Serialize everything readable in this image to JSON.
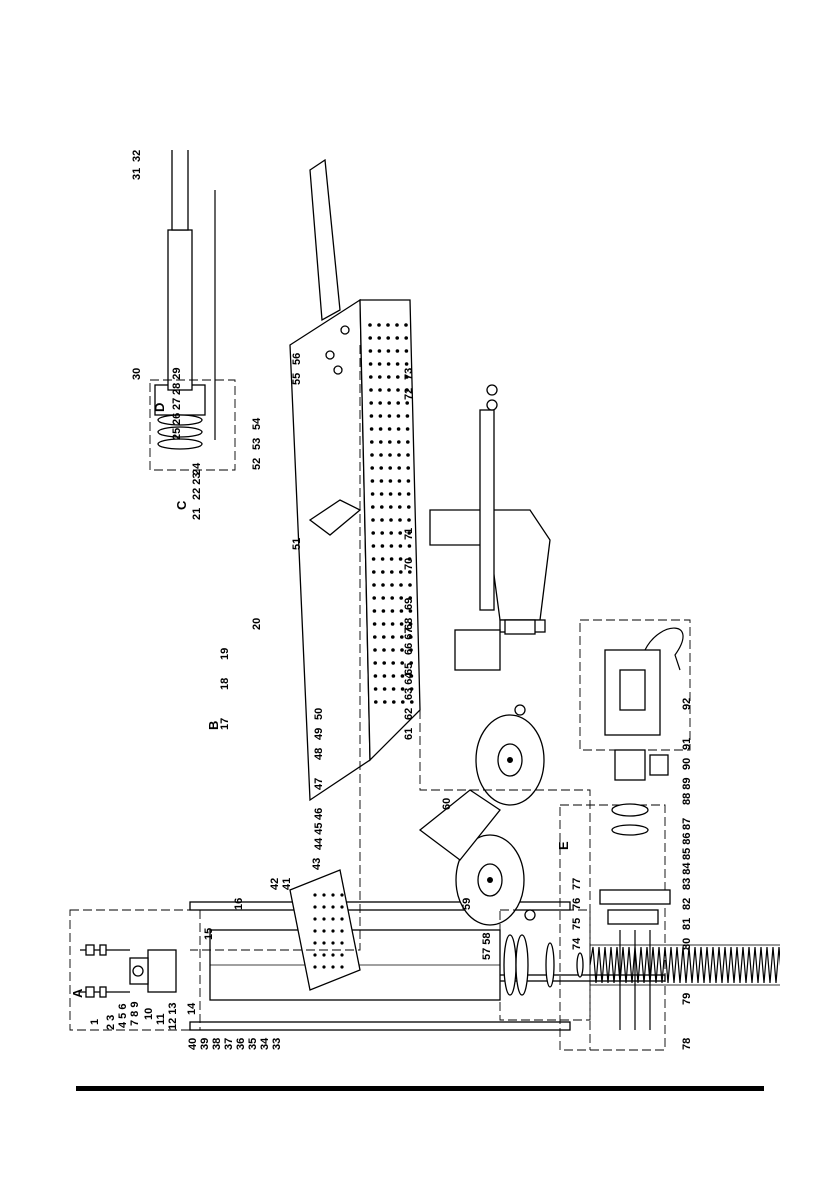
{
  "diagram": {
    "groups": [
      "A",
      "B",
      "C",
      "D",
      "E"
    ],
    "labels": {
      "p1": "1",
      "p2": "2 3",
      "p4": "4 5 6",
      "p7": "7 8 9",
      "p10": "10",
      "p11": "11",
      "p12": "12 13",
      "p14": "14",
      "p15": "15",
      "p16": "16",
      "p17": "17",
      "p18": "18",
      "p19": "19",
      "p20": "20",
      "p21": "21",
      "p22": "22 23",
      "p24": "24",
      "p25": "25",
      "p26": "26",
      "p27": "27",
      "p28": "28 29",
      "p30": "30",
      "p31": "31",
      "p32": "32",
      "p33": "33",
      "p34": "34",
      "p35": "35",
      "p36": "36",
      "p37": "37",
      "p38": "38",
      "p39": "39",
      "p40": "40",
      "p41": "41",
      "p42": "42",
      "p43": "43",
      "p44": "44 45",
      "p46": "46",
      "p47": "47",
      "p48": "48",
      "p49": "49",
      "p50": "50",
      "p51": "51",
      "p52": "52",
      "p53": "53",
      "p54": "54",
      "p55": "55",
      "p56": "56",
      "p57": "57 58",
      "p59": "59",
      "p60": "60",
      "p61": "61",
      "p62": "62",
      "p63": "63 64",
      "p65": "65",
      "p66": "66 67",
      "p68": "68",
      "p69": "69",
      "p70": "70",
      "p71": "71",
      "p72": "72",
      "p73": "73",
      "p74": "74",
      "p75": "75",
      "p76": "76",
      "p77": "77",
      "p78": "78",
      "p79": "79",
      "p80": "80",
      "p81": "81",
      "p82": "82",
      "p83": "83 84",
      "p85": "85 86",
      "p87": "87",
      "p88": "88 89",
      "p90": "90",
      "p91": "91",
      "p92": "92"
    }
  }
}
